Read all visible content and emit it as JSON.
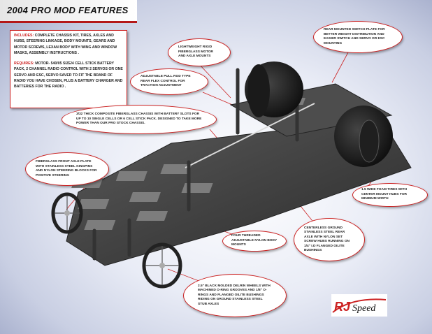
{
  "title": "2004 PRO MOD FEATURES",
  "info": {
    "includes_label": "INCLUDES:",
    "includes_text": " COMPLETE CHASSIS KIT, TIRES, AXLES AND HUBS, STEERING LINKAGE, BODY MOUNTS, GEARS AND MOTOR SCREWS, LEXAN BODY WITH WING AND WINDOW MASKS, ASSEMBLY INSTRUCTIONS .",
    "requires_label": "REQUIRES:",
    "requires_text": " MOTOR- 540/05 SIZE/4 CELL STICK BATTERY PACK, 2 CHANNEL RADIO CONTROL WITH 2 SERVOS OR ONE SERVO AND ESC, SERVO SAVER TO FIT THE BRAND OF RADIO YOU HAVE CHOSEN, PLUS A BATTERY CHARGER AND BATTERIES FOR THE RADIO ."
  },
  "callouts": {
    "rear_switch": "REAR MOUNTED SWITCH PLATE FOR BETTER WEIGHT DISTRIBUTION AND EASIER SWITCH AND SERVO OR ESC MOUNTING",
    "motor_mount": "LIGHTWEIGHT RIGID FIBERGLASS MOTOR AND AXLE MOUNTS",
    "pull_rod": "ADJUSTABLE PULL ROD TYPE REAR FLEX CONTROL FOR TRACTION ADJUSTMENT",
    "chassis": "3/32 THICK COMPOSITE FIBERGLASS CHASSIS WITH BATTERY SLOTS FOR UP TO 10 SINGLE CELLS OR 6 CELL STICK PACK. DESIGNED TO TAKE MORE POWER THAN OUR PRO STOCK CHASSIS.",
    "front_axle": "FIBERGLASS FRONT AXLE PLATE WITH STAINLESS STEEL KINGPINS AND NYLON STEERING BLOCKS FOR POSITIVE STEERING",
    "foam_tires": "1.5 WIDE FOAM TIRES WITH CENTER MOUNT HUBS FOR MINIMUM WIDTH",
    "rear_axle": "CENTERLESS GROUND STAINLESS STEEL REAR AXLE WITH NYLON SET SCREW HUBS RUNNING ON 1/4\" I.D FLANGED OILITE BUSHINGS",
    "body_mounts": "FOUR THREADED ADJUSTABLE NYLON BODY MOUNTS",
    "wheels": "2.5\" BLACK MOLDED DELRIN WHEELS WITH MACHINED O-RING GROOVES AND 1/8\" O-RINGS AND FLANGED OILITE BUSHINGS RIDING ON GROUND STAINLESS STEEL STUB AXLES"
  },
  "logo": {
    "rj": "RJ",
    "speed": "Speed"
  },
  "colors": {
    "accent": "#cc2222",
    "chassis": "#3a3a3a",
    "tire": "#111111"
  }
}
